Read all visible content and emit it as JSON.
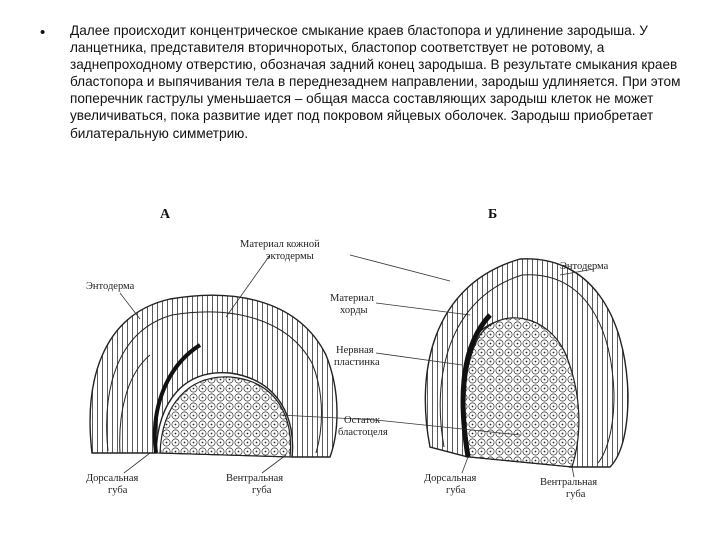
{
  "bullet": {
    "symbol": "•",
    "text": "Далее происходит концентрическое смыкание краев бластопора и удлинение зародыша. У ланцетника, представителя вторичноротых, бластопор соответствует не ротовому, а заднепроходному отверстию, обозначая задний конец зародыша. В результате смыкания краев бластопора и выпячивания тела в переднезаднем направлении, зародыш удлиняется. При этом поперечник гаструлы уменьшается – общая масса составляющих зародыш клеток не может увеличиваться, пока развитие идет под покровом яйцевых оболочек. Зародыш приобретает билатеральную симметрию."
  },
  "figure": {
    "panel_a": "А",
    "panel_b": "Б",
    "labels": {
      "ectoderm_1": "Материал кожной",
      "ectoderm_2": "эктодермы",
      "endoderm_a": "Энтодерма",
      "endoderm_b": "Энтодерма",
      "chord_1": "Материал",
      "chord_2": "хорды",
      "neural_1": "Нервная",
      "neural_2": "пластинка",
      "blastocoel_1": "Остаток",
      "blastocoel_2": "бластоцеля",
      "dorsal_a_1": "Дорсальная",
      "dorsal_a_2": "губа",
      "ventral_a_1": "Вентральная",
      "ventral_a_2": "губа",
      "dorsal_b_1": "Дорсальная",
      "dorsal_b_2": "губа",
      "ventral_b_1": "Вентральная",
      "ventral_b_2": "губа"
    }
  }
}
